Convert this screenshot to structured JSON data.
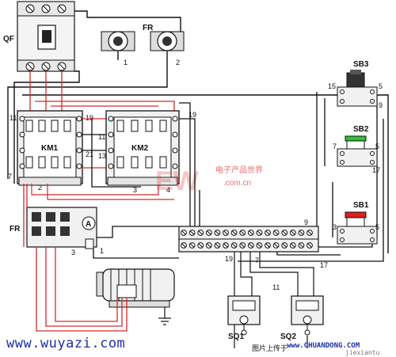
{
  "labels": {
    "qf": "QF",
    "fr_top": "FR",
    "fr_bottom": "FR",
    "km1": "KM1",
    "km2": "KM2",
    "sb1": "SB1",
    "sb2": "SB2",
    "sb3": "SB3",
    "sq1": "SQ1",
    "sq2": "SQ2",
    "ammeter": "A"
  },
  "terminal_numbers": {
    "t1_fr": "1",
    "t2_fr": "2",
    "t11a": "11",
    "t11b": "11",
    "t19a": "19",
    "t19b": "19",
    "t19c": "19",
    "t21": "21",
    "t13": "13",
    "t7a": "7",
    "t7b": "7",
    "t7c": "7",
    "t2": "2",
    "t3a": "3",
    "t3b": "3",
    "t4": "4",
    "t1b": "1",
    "t9a": "9",
    "t9b": "9",
    "t11c": "11",
    "t17a": "17",
    "t17b": "17",
    "t15": "15",
    "t5a": "5",
    "t5b": "5",
    "t5c": "5"
  },
  "watermark": {
    "cn_text": "电子产品世界",
    "url_text": ".com.cn"
  },
  "footer": {
    "site_left": "www.wuyazi.com",
    "caption": "图片上传于",
    "site_mid": "www.CHUANDONG.COM",
    "site_right": "jiexiantu"
  },
  "colors": {
    "red_wire": "#d42a2a",
    "black_wire": "#111111",
    "stop_button": "#e02020",
    "start_button": "#2fc22f",
    "footer_blue": "#1d2fa8",
    "watermark_red": "#e02f2f"
  }
}
